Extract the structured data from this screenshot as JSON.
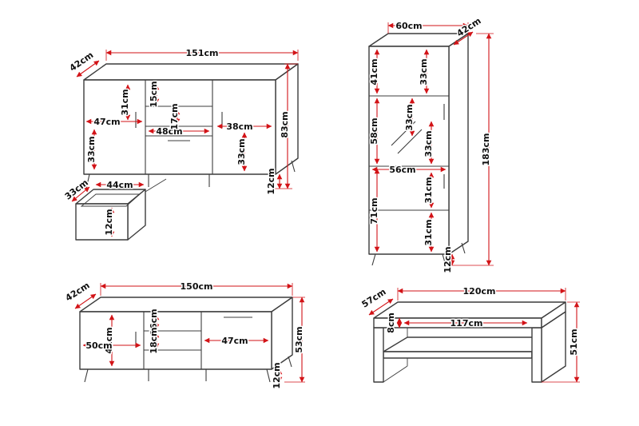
{
  "colors": {
    "background": "#ffffff",
    "outline": "#3c3c3c",
    "dimension_line": "#d21317",
    "label_text": "#101010"
  },
  "sideboard": {
    "depth": "42cm",
    "width": "151cm",
    "height": "83cm",
    "left_door_width": "47cm",
    "left_inner_height": "31cm",
    "left_opening_height": "33cm",
    "middle_top_opening": "15cm",
    "middle_width": "48cm",
    "middle_lower_opening": "17cm",
    "right_door_width": "38cm",
    "right_opening_height": "33cm",
    "leg_height": "12cm",
    "drawer": {
      "depth": "33cm",
      "width": "44cm",
      "height": "12cm"
    }
  },
  "tall_cabinet": {
    "width": "60cm",
    "depth": "42cm",
    "height": "183cm",
    "top_section_height": "41cm",
    "top_opening_height": "33cm",
    "middle_section_height": "58cm",
    "middle_opening_upper": "33cm",
    "middle_opening_lower": "33cm",
    "interior_width": "56cm",
    "lower_opening_upper": "31cm",
    "bottom_section_height": "71cm",
    "lower_opening_lower": "31cm",
    "leg_height": "12cm"
  },
  "tv_stand": {
    "depth": "42cm",
    "width": "150cm",
    "height": "53cm",
    "interior_height": "41cm",
    "left_door_width": "50cm",
    "shelf_opening_upper": "16cm",
    "shelf_opening_lower": "18cm",
    "right_door_width": "47cm",
    "leg_height": "12cm"
  },
  "coffee_table": {
    "depth": "57cm",
    "width": "120cm",
    "height": "51cm",
    "top_thickness": "8cm",
    "interior_width": "117cm"
  }
}
